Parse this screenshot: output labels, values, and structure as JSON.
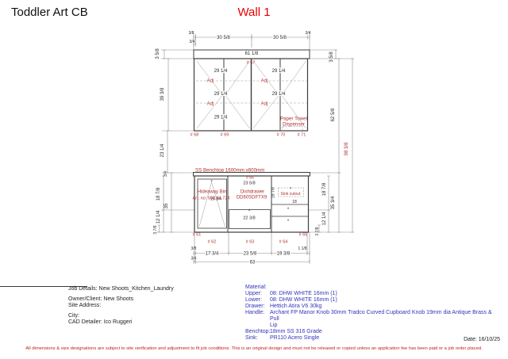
{
  "page": {
    "title": "Toddler Art CB",
    "wall_title": "Wall 1",
    "date_label": "Date: 16/10/25",
    "disclaimer": "All dimensions & size designations are subject to site verification and adjustment to fit job conditions. This is an original design and must not be released or copied unless an application fee has been paid or a job order placed."
  },
  "colors": {
    "wall_title": "#e60000",
    "drawing_label_red": "#b03030",
    "materials_blue": "#3333bb",
    "disclaimer_red": "#c02020"
  },
  "job_info": {
    "job_details": "Job Details: New Shoots_Kitchen_Laundry",
    "owner_client": "Owner/Client: New Shoots",
    "site_address": "Site Address:",
    "city": "City:",
    "cad_detailer": "CAD Detailer: Ico Ruggeri"
  },
  "materials": {
    "heading": "Material:",
    "rows": [
      {
        "label": "Upper:",
        "value": "08: DHW WHITE 16mm (1)"
      },
      {
        "label": "Lower:",
        "value": "08: DHW WHITE 16mm (1)"
      },
      {
        "label": "Drawer:",
        "value": "Hettich Atira V6 30kg"
      },
      {
        "label": "Handle:",
        "value": "Archant FP Manor Knob 30mm Tradco Curved Cupboard Knob 19mm dia Antique Brass & Pull\nLip"
      },
      {
        "label": "Benchtop:",
        "value": "18mm SS 316 Grade"
      },
      {
        "label": "Sink:",
        "value": "PR110 Acero Single"
      }
    ]
  },
  "drawing": {
    "knob": "*",
    "gap": "23 1/4",
    "upper": {
      "dim_3_8": "3/8",
      "dim_30_5_8_a": "30 5/8",
      "dim_30_5_8_b": "30 5/8",
      "dim_3_4_r": "3/4",
      "dim_3_4_l": "3/4",
      "bulkhead_width": "61 1/8",
      "num67": "# 67",
      "left_3_5_8": "3 5/8",
      "left_39_3_8": "39 3/8",
      "right_3_5_8": "3 5/8",
      "right_62_5_8": "62 5/8",
      "overall": "98 3/8",
      "door_dims": [
        "29 1/4",
        "29 1/4",
        "29 1/4",
        "29 1/4",
        "29 1/4"
      ],
      "adj": [
        "Adj",
        "Adj",
        "Adj",
        "Adj"
      ],
      "paper_towel_1": "Paper Towel",
      "paper_towel_2": "Dispenser",
      "nums": [
        "# 68",
        "# 69",
        "# 70",
        "# 71"
      ]
    },
    "lower": {
      "benchtop_label": "SS Benchtop 1600mm x600mm",
      "benchtop_thk": "3/4",
      "num66": "# 66",
      "dim_23_5_8": "23 5/8",
      "dishdrawer_1": "Dishdrawer",
      "dishdrawer_2": "DD60SDFTX9",
      "dish_height": "18 7/8",
      "hideaway_1": "Hideaway Bin",
      "hideaway_2": "Art. no: 503.64.724",
      "hideaway_dim": "15 3/4",
      "sink_cutout": "Sink cutout",
      "sink_dim": "18",
      "drawer_dim": "22 3/8",
      "left_dims": [
        "18 7/8",
        "35",
        "12 1/4",
        "3 7/8"
      ],
      "right_dims": [
        "18 7/8",
        "35 3/4",
        "12 1/4",
        "3 7/8"
      ],
      "nums": [
        "# 61",
        "# 62",
        "# 63",
        "# 64",
        "# 65"
      ],
      "bottom_small": "3/8",
      "bottom_dims": [
        "17 3/4",
        "23 5/8",
        "19 3/8"
      ],
      "bottom_right": "1 1/8",
      "bottom_offset": "3/4",
      "total_width": "63"
    }
  }
}
